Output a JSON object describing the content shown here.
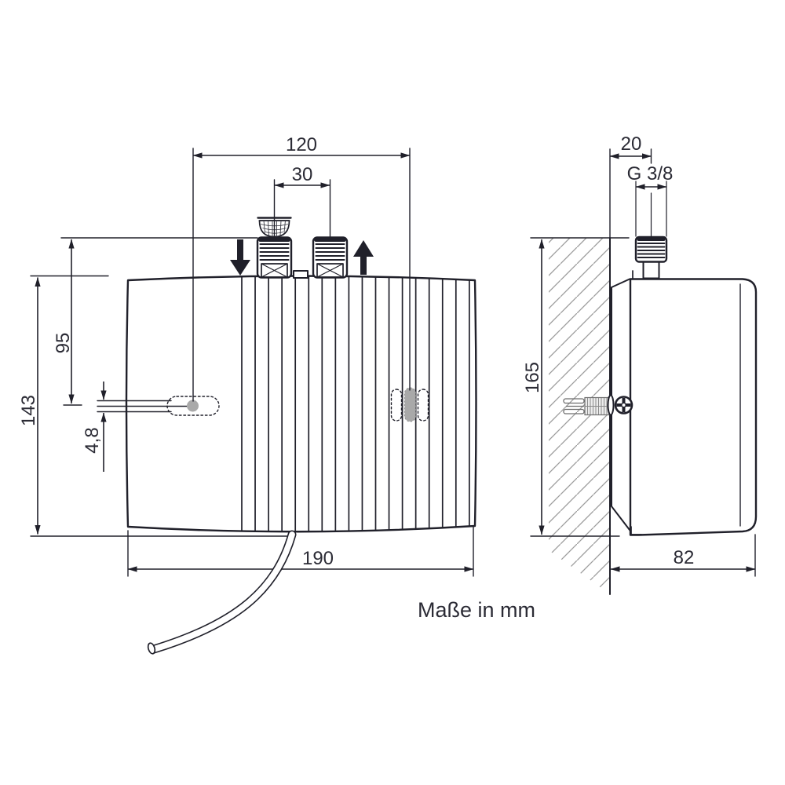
{
  "note": "Maße in mm",
  "front_view": {
    "dims": {
      "mounting_hole_spacing": "120",
      "pipe_spacing": "30",
      "mount_offset_from_top": "95",
      "body_height": "143",
      "slot_width": "4,8",
      "body_width": "190"
    }
  },
  "side_view": {
    "dims": {
      "wall_to_pipe": "20",
      "pipe_thread": "G 3/8",
      "overall_height": "165",
      "body_depth": "82"
    }
  },
  "colors": {
    "line": "#20202a",
    "text": "#2b2b35",
    "hatch": "#9c9c9c",
    "gray_fill": "#a9a9a9",
    "background": "#ffffff"
  }
}
